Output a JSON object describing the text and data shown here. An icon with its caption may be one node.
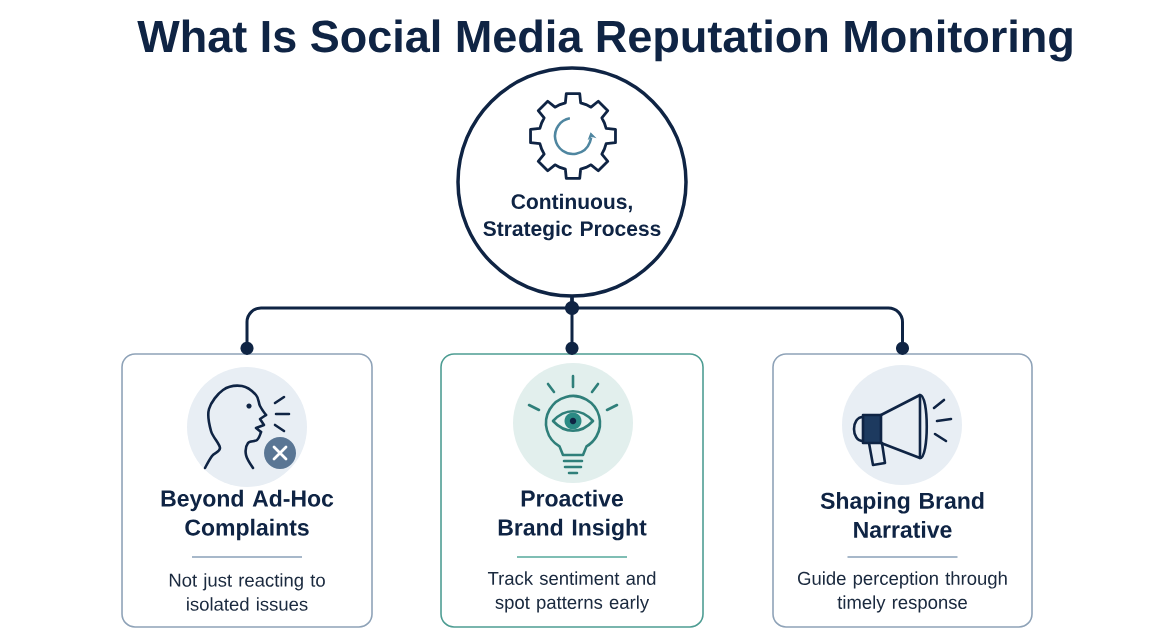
{
  "diagram": {
    "title": "What Is Social Media Reputation Monitoring",
    "nodes": [
      {
        "text": [
          "Continuous, Strategic Process"
        ]
      },
      {
        "text": [
          "Beyond Ad-Hoc Complaints",
          "Not just reacting to isolated issues"
        ]
      },
      {
        "text": [
          "Proactive Brand Insight",
          "Track sentiment and spot patterns early"
        ]
      },
      {
        "text": [
          "Shaping Brand Narrative",
          "Guide perception through timely response"
        ]
      }
    ],
    "edges": [
      {
        "from": 0,
        "to": 1,
        "arrow": "other"
      },
      {
        "from": 0,
        "to": 2,
        "arrow": "other"
      },
      {
        "from": 0,
        "to": 3,
        "arrow": "other"
      }
    ]
  }
}
